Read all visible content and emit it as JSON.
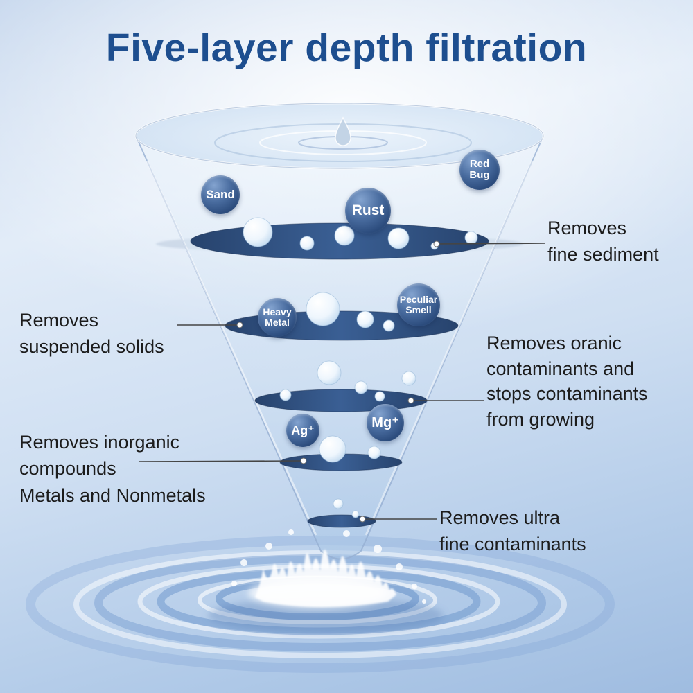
{
  "title": "Five-layer depth filtration",
  "contaminants": {
    "sand": "Sand",
    "rust": "Rust",
    "red_bug": "Red\nBug",
    "heavy_metal": "Heavy\nMetal",
    "peculiar_smell": "Peculiar\nSmell",
    "silver_ion": "Ag⁺",
    "magnesium_ion": "Mg⁺"
  },
  "callouts": {
    "fine_sediment": "Removes\nfine sediment",
    "suspended_solids": "Removes\nsuspended solids",
    "organic": "Removes oranic\ncontaminants and\nstops contaminants\nfrom growing",
    "inorganic": "Removes inorganic\ncompounds\nMetals and Nonmetals",
    "ultra_fine": "Removes ultra\nfine contaminants"
  },
  "colors": {
    "title_blue": "#1d4e8f",
    "layer_navy": "#2e4d7d",
    "ball_navy": "#2b4b7c",
    "text_dark": "#1c1c1c",
    "background_blue": "#aec8e7"
  }
}
